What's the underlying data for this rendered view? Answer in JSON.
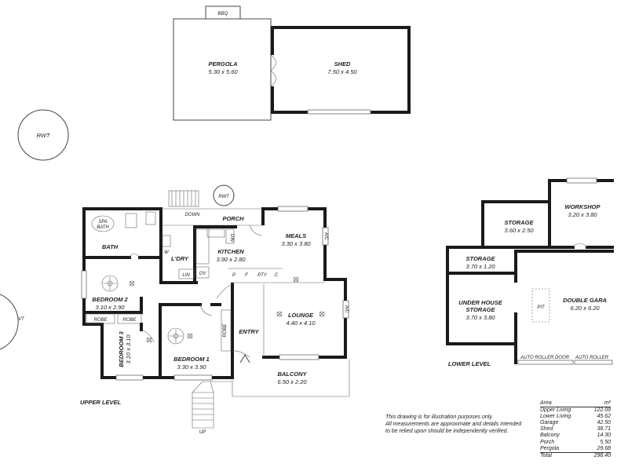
{
  "outbuildings": {
    "bbq": "BBQ",
    "pergola": {
      "name": "PERGOLA",
      "dims": "5.30 x 5.60"
    },
    "shed": {
      "name": "SHED",
      "dims": "7.50 x 4.50"
    },
    "rwt_left": "RWT",
    "rwt_top": "RWT",
    "rwt_side": "VT"
  },
  "upper": {
    "title": "UPPER LEVEL",
    "porch": "PORCH",
    "down": "DOWN",
    "up": "UP",
    "spa_bath": "SPA\nBATH",
    "spa_line1": "SPA",
    "spa_line2": "BATH",
    "bath": "BATH",
    "laundry": "L'DRY",
    "w": "W",
    "lin": "LIN",
    "ov": "OV",
    "dw": "DW",
    "kitchen": {
      "name": "KITCHEN",
      "dims": "3.90 x 2.80"
    },
    "meals": {
      "name": "MEALS",
      "dims": "3.30 x 3.80"
    },
    "p": "P",
    "f": "F",
    "pty": "PTY",
    "c": "C",
    "ac1": "A/C",
    "ac2": "A/C",
    "bedroom2": {
      "name": "BEDROOM 2",
      "dims": "3.10 x 2.90"
    },
    "robe1": "ROBE",
    "robe2": "ROBE",
    "robe3": "ROBE",
    "bedroom3": {
      "name": "BEDROOM 3",
      "dims": "3.10 x 3.10"
    },
    "bedroom1": {
      "name": "BEDROOM 1",
      "dims": "3.30 x 3.90"
    },
    "entry": "ENTRY",
    "lounge": {
      "name": "LOUNGE",
      "dims": "4.40 x 4.10"
    },
    "balcony": {
      "name": "BALCONY",
      "dims": "6.50 x 2.20"
    }
  },
  "lower": {
    "title": "LOWER LEVEL",
    "workshop": {
      "name": "WORKSHOP",
      "dims": "3.20 x 3.80"
    },
    "storage1": {
      "name": "STORAGE",
      "dims": "3.60 x 2.50"
    },
    "storage2": {
      "name": "STORAGE",
      "dims": "3.70 x 1.20"
    },
    "under_house": {
      "name1": "UNDER HOUSE",
      "name2": "STORAGE",
      "dims": "3.70 x 3.80"
    },
    "garage": {
      "name": "DOUBLE GARA",
      "dims": "6.20 x 6.20"
    },
    "pit": "PIT",
    "roller1": "AUTO ROLLER DOOR",
    "roller2": "AUTO ROLLER"
  },
  "disclaimer": {
    "line1": "This drawing is for illustration purposes only.",
    "line2": "All measurements are approximate and details intended",
    "line3": "to be relied upon should be independently verified."
  },
  "areas": {
    "header_label": "Area",
    "header_unit": "m²",
    "rows": [
      {
        "label": "Upper Living",
        "value": "122.09"
      },
      {
        "label": "Lower Living",
        "value": "45.62"
      },
      {
        "label": "Garage",
        "value": "42.50"
      },
      {
        "label": "Shed",
        "value": "38.71"
      },
      {
        "label": "Balcony",
        "value": "14.30"
      },
      {
        "label": "Porch",
        "value": "5.50"
      },
      {
        "label": "Pergola",
        "value": "29.68"
      }
    ],
    "total_label": "Total",
    "total_value": "298.40"
  }
}
